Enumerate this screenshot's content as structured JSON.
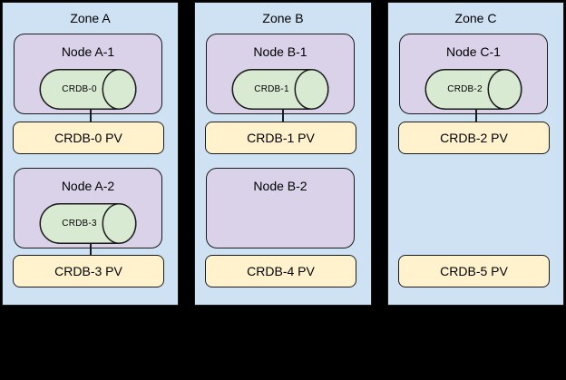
{
  "diagram": {
    "zones": [
      {
        "label": "Zone A",
        "nodes": [
          {
            "label": "Node A-1",
            "pod": "CRDB-0"
          },
          {
            "label": "Node A-2",
            "pod": "CRDB-3"
          }
        ],
        "pvs": [
          "CRDB-0 PV",
          "CRDB-3 PV"
        ]
      },
      {
        "label": "Zone B",
        "nodes": [
          {
            "label": "Node B-1",
            "pod": "CRDB-1"
          },
          {
            "label": "Node B-2"
          }
        ],
        "pvs": [
          "CRDB-1 PV",
          "CRDB-4 PV"
        ]
      },
      {
        "label": "Zone C",
        "nodes": [
          {
            "label": "Node C-1",
            "pod": "CRDB-2"
          }
        ],
        "pvs": [
          "CRDB-2 PV",
          "CRDB-5 PV"
        ]
      }
    ],
    "colors": {
      "page_background": "#000000",
      "zone_fill": "#cfe2f3",
      "node_fill": "#d9d2e9",
      "pod_fill": "#d9ead3",
      "pv_fill": "#fff2cc",
      "stroke": "#1b1b1b",
      "text": "#000000"
    }
  }
}
